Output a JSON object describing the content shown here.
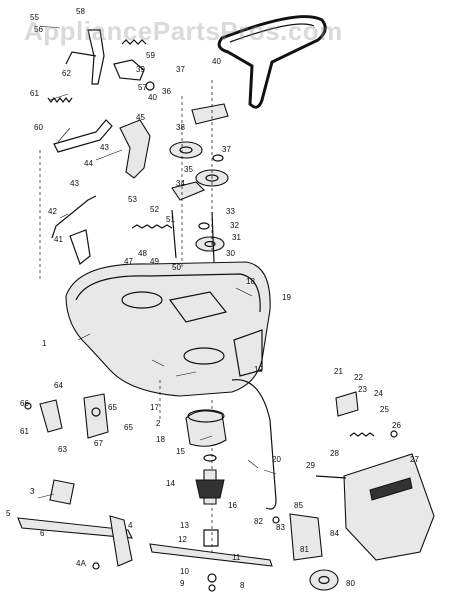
{
  "watermark": "AppliancePartsPros.com",
  "callouts": [
    {
      "label": "55"
    },
    {
      "label": "56"
    },
    {
      "label": "58"
    },
    {
      "label": "59"
    },
    {
      "label": "62"
    },
    {
      "label": "57"
    },
    {
      "label": "40"
    },
    {
      "label": "39"
    },
    {
      "label": "37"
    },
    {
      "label": "40"
    },
    {
      "label": "61"
    },
    {
      "label": "60"
    },
    {
      "label": "43"
    },
    {
      "label": "44"
    },
    {
      "label": "45"
    },
    {
      "label": "36"
    },
    {
      "label": "38"
    },
    {
      "label": "37"
    },
    {
      "label": "35"
    },
    {
      "label": "34"
    },
    {
      "label": "33"
    },
    {
      "label": "32"
    },
    {
      "label": "31"
    },
    {
      "label": "30"
    },
    {
      "label": "43"
    },
    {
      "label": "42"
    },
    {
      "label": "41"
    },
    {
      "label": "53"
    },
    {
      "label": "52"
    },
    {
      "label": "51"
    },
    {
      "label": "47"
    },
    {
      "label": "48"
    },
    {
      "label": "49"
    },
    {
      "label": "50"
    },
    {
      "label": "18"
    },
    {
      "label": "19"
    },
    {
      "label": "1"
    },
    {
      "label": "19"
    },
    {
      "label": "64"
    },
    {
      "label": "66"
    },
    {
      "label": "65"
    },
    {
      "label": "61"
    },
    {
      "label": "65"
    },
    {
      "label": "63"
    },
    {
      "label": "67"
    },
    {
      "label": "17"
    },
    {
      "label": "2"
    },
    {
      "label": "18"
    },
    {
      "label": "21"
    },
    {
      "label": "22"
    },
    {
      "label": "23"
    },
    {
      "label": "24"
    },
    {
      "label": "25"
    },
    {
      "label": "26"
    },
    {
      "label": "27"
    },
    {
      "label": "29"
    },
    {
      "label": "28"
    },
    {
      "label": "20"
    },
    {
      "label": "15"
    },
    {
      "label": "14"
    },
    {
      "label": "16"
    },
    {
      "label": "3"
    },
    {
      "label": "5"
    },
    {
      "label": "6"
    },
    {
      "label": "4"
    },
    {
      "label": "13"
    },
    {
      "label": "12"
    },
    {
      "label": "11"
    },
    {
      "label": "4A"
    },
    {
      "label": "10"
    },
    {
      "label": "9"
    },
    {
      "label": "8"
    },
    {
      "label": "85"
    },
    {
      "label": "83"
    },
    {
      "label": "84"
    },
    {
      "label": "80"
    },
    {
      "label": "82"
    },
    {
      "label": "81"
    }
  ]
}
